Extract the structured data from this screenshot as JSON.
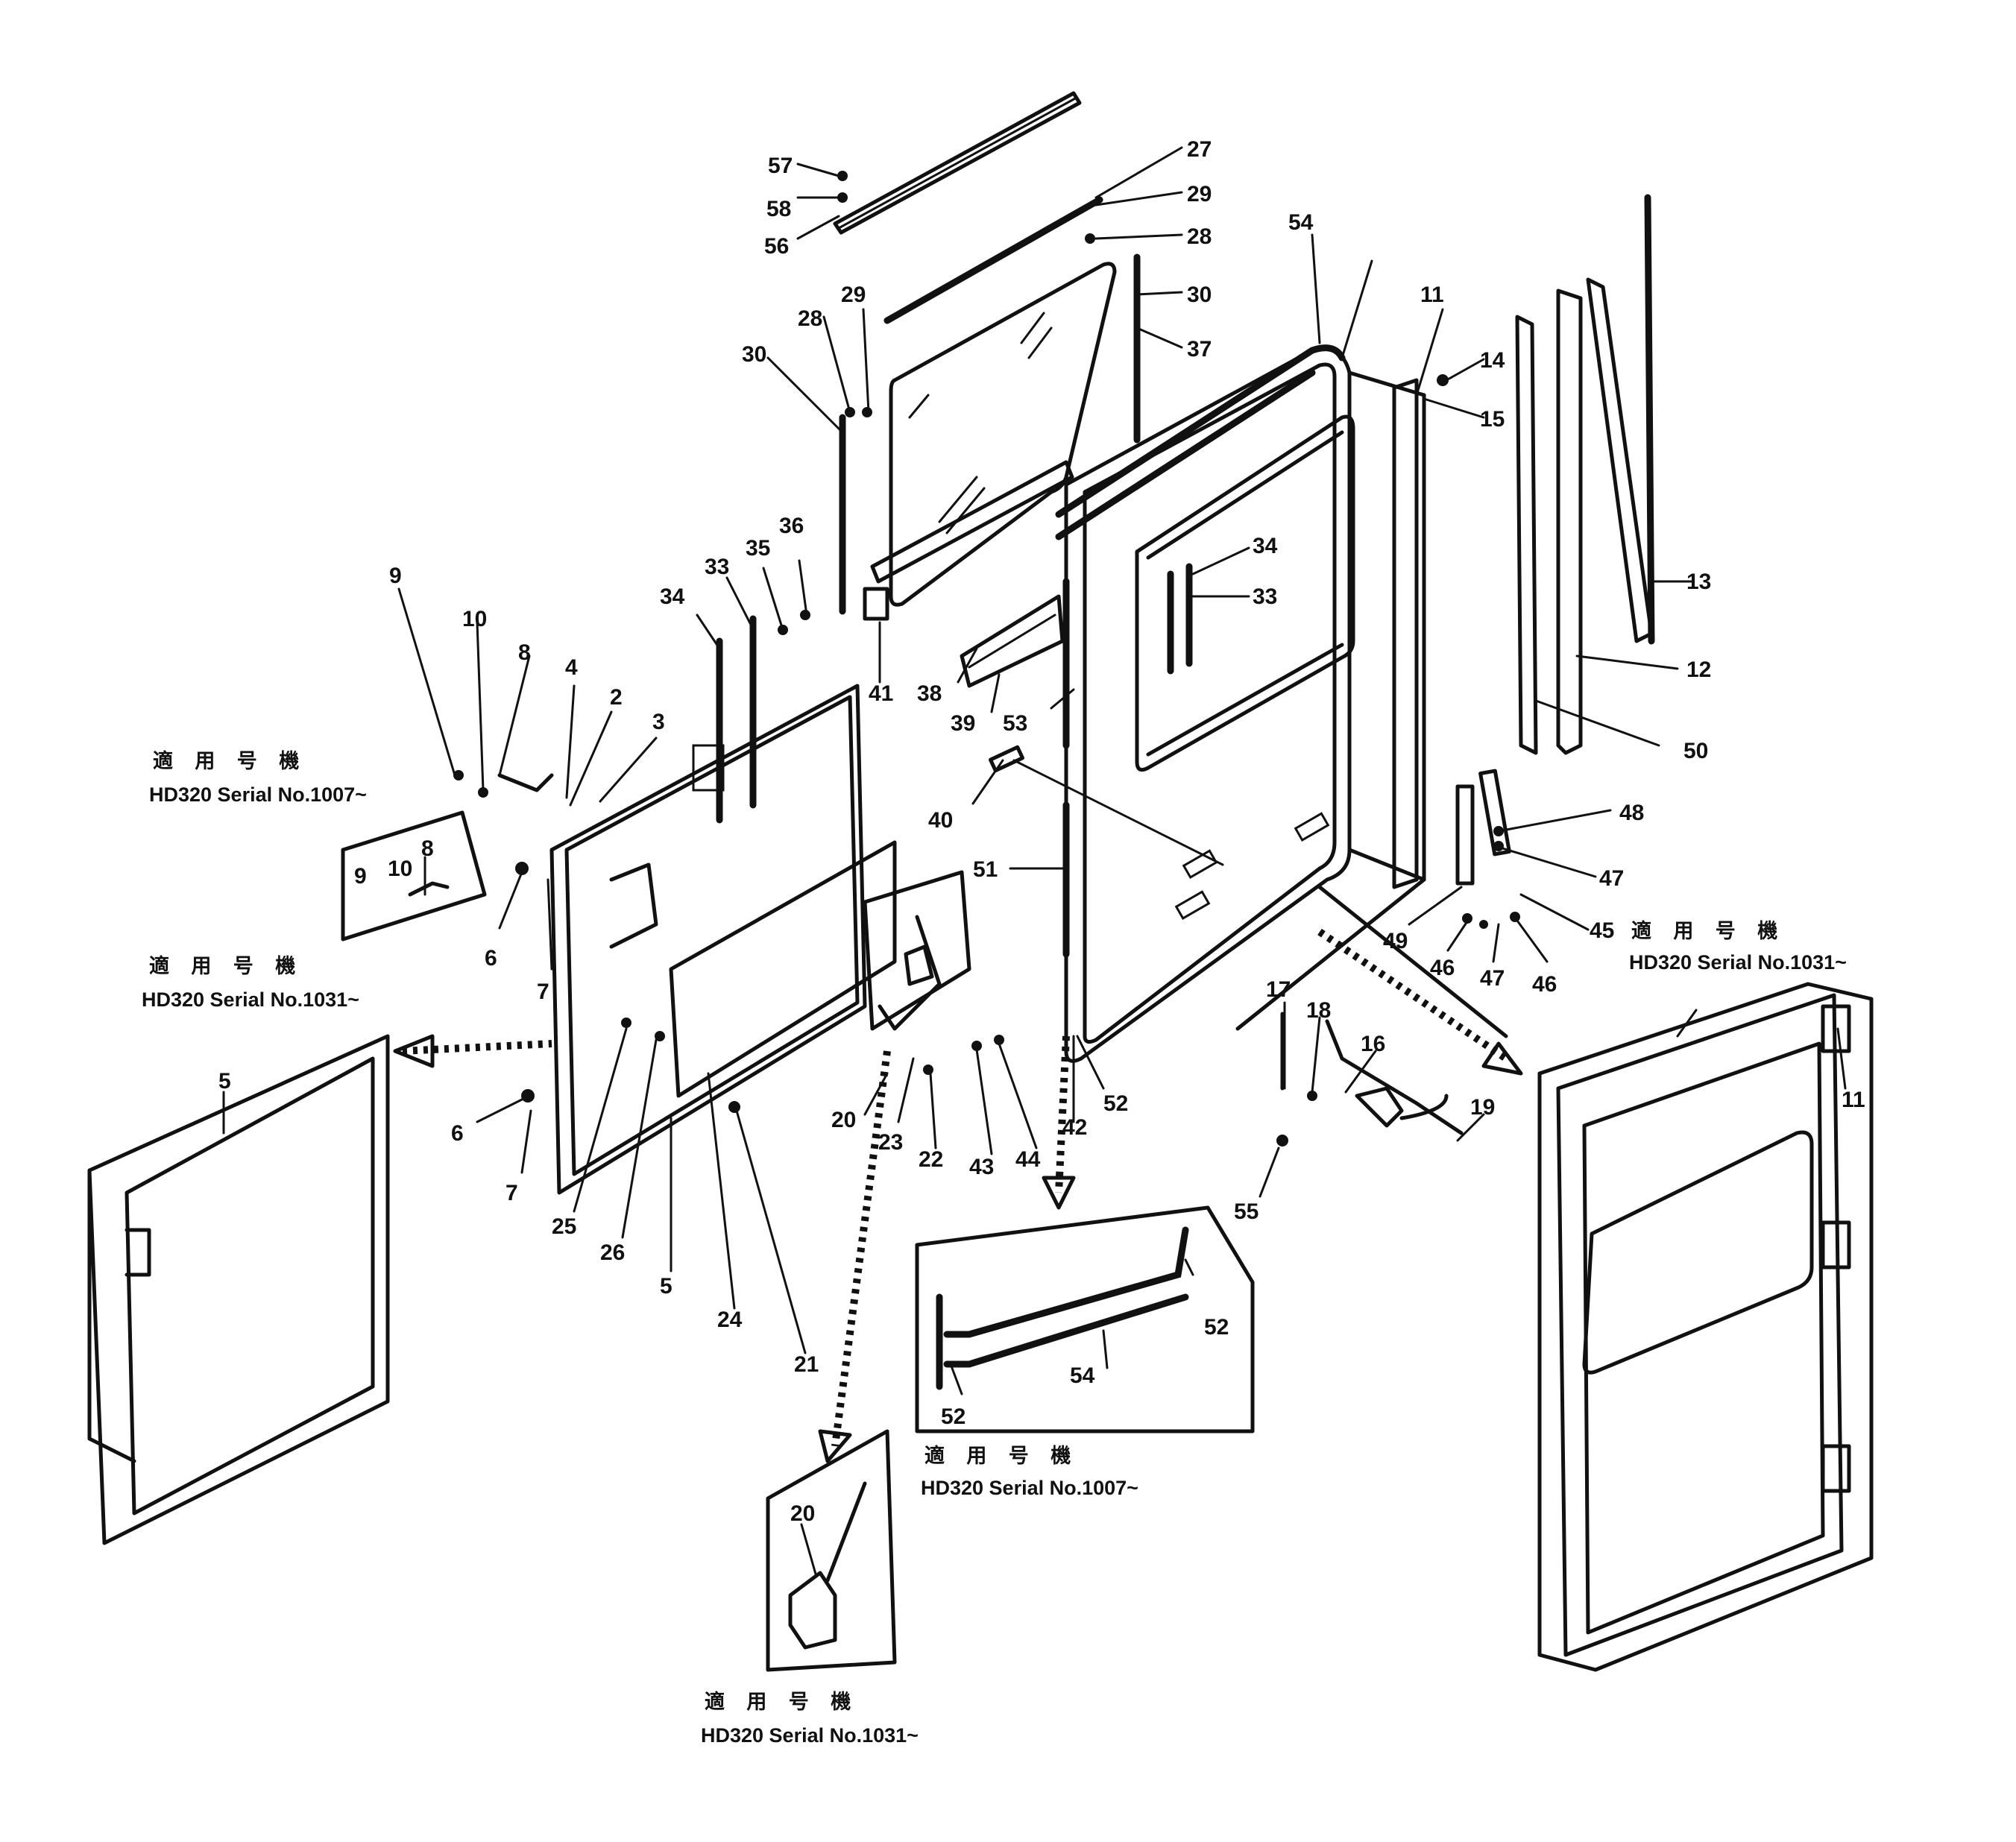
{
  "notes": [
    {
      "id": "n1",
      "jp": "適 用 号 機",
      "serial": "HD320  Serial  No.1007~"
    },
    {
      "id": "n2",
      "jp": "適 用 号 機",
      "serial": "HD320  Serial  No.1031~"
    },
    {
      "id": "n3",
      "jp": "適 用 号 機",
      "serial": "HD320  Serial  No.1031~"
    },
    {
      "id": "n4",
      "jp": "適 用 号 機",
      "serial": "HD320  Serial  No.1007~"
    },
    {
      "id": "n5",
      "jp": "適 用 号 機",
      "serial": "HD320  Serial  No.1031~"
    }
  ],
  "part_labels": [
    "57",
    "58",
    "56",
    "27",
    "29",
    "28",
    "30",
    "37",
    "29",
    "28",
    "30",
    "54",
    "11",
    "14",
    "15",
    "36",
    "35",
    "33",
    "34",
    "34",
    "33",
    "13",
    "12",
    "50",
    "9",
    "10",
    "8",
    "4",
    "2",
    "3",
    "41",
    "38",
    "39",
    "53",
    "40",
    "48",
    "47",
    "45",
    "51",
    "49",
    "46",
    "47",
    "46",
    "6",
    "7",
    "6",
    "7",
    "25",
    "26",
    "5",
    "24",
    "21",
    "20",
    "23",
    "22",
    "43",
    "44",
    "42",
    "52",
    "17",
    "18",
    "16",
    "19",
    "55",
    "5",
    "52",
    "54",
    "52",
    "20",
    "11",
    "9",
    "10",
    "8"
  ]
}
